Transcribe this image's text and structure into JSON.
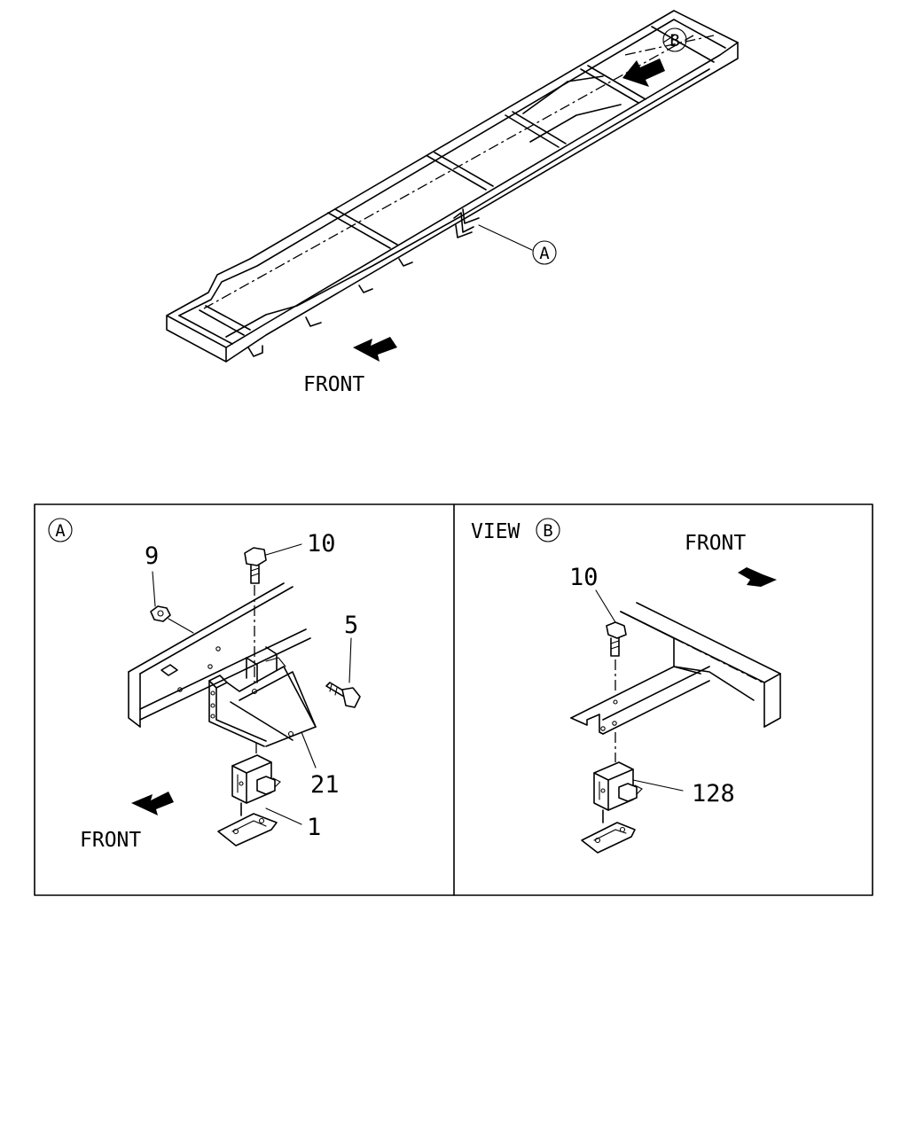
{
  "overview": {
    "front_label": "FRONT",
    "callout_a": "A",
    "callout_b": "B"
  },
  "detail_a": {
    "panel_label": "A",
    "front_label": "FRONT",
    "parts": {
      "nut": "9",
      "bolt": "10",
      "side_bolt": "5",
      "bracket": "21",
      "switch": "1"
    }
  },
  "view_b": {
    "view_label": "VIEW",
    "panel_label": "B",
    "front_label": "FRONT",
    "parts": {
      "bolt": "10",
      "switch": "128"
    }
  }
}
